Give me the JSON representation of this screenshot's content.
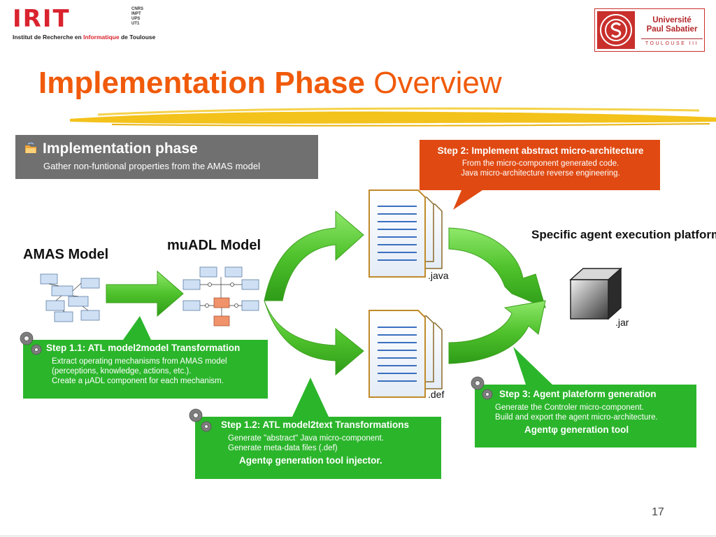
{
  "header": {
    "irit_letters": "IRIT",
    "irit_partners": [
      "CNRS",
      "INPT",
      "UPS",
      "UT1"
    ],
    "irit_tagline_pre": "Institut de Recherche en ",
    "irit_tagline_hl": "Informatique",
    "irit_tagline_post": " de Toulouse",
    "ups_name_line1": "Université",
    "ups_name_line2": "Paul Sabatier",
    "ups_city": "TOULOUSE III"
  },
  "title": {
    "bold": "Implementation Phase",
    "regular": " Overview"
  },
  "phase_box": {
    "title": "Implementation phase",
    "subtitle": "Gather non-funtional properties from the AMAS model"
  },
  "models": {
    "amas": "AMAS Model",
    "muadl": "muADL Model",
    "platform": "Specific agent execution platform"
  },
  "files": {
    "java": ".java",
    "def": ".def",
    "jar": ".jar"
  },
  "callouts": {
    "step2": {
      "title": "Step 2: Implement abstract micro-architecture",
      "lines": [
        "From the micro-component generated code.",
        "Java micro-architecture reverse engineering."
      ]
    },
    "step11": {
      "title": "Step 1.1: ATL model2model Transformation",
      "lines": [
        "Extract operating mechanisms from AMAS model",
        "(perceptions, knowledge, actions, etc.).",
        "Create a µADL component for each mechanism."
      ]
    },
    "step12": {
      "title": "Step 1.2: ATL model2text Transformations",
      "lines": [
        "Generate \"abstract\" Java micro-component.",
        "Generate meta-data files (.def)"
      ],
      "tool": "Agentφ  generation tool injector."
    },
    "step3": {
      "title": "Step 3:  Agent plateform generation",
      "lines": [
        "Generate the Controler micro-component.",
        "Build and export the agent micro-architecture."
      ],
      "tool": "Agentφ  generation tool"
    }
  },
  "colors": {
    "title_orange": "#f05a0a",
    "callout_green": "#2bb52b",
    "callout_red": "#e04a12",
    "arrow_green": "#5ed13a",
    "phase_gray": "#707070"
  },
  "page_number": "17"
}
